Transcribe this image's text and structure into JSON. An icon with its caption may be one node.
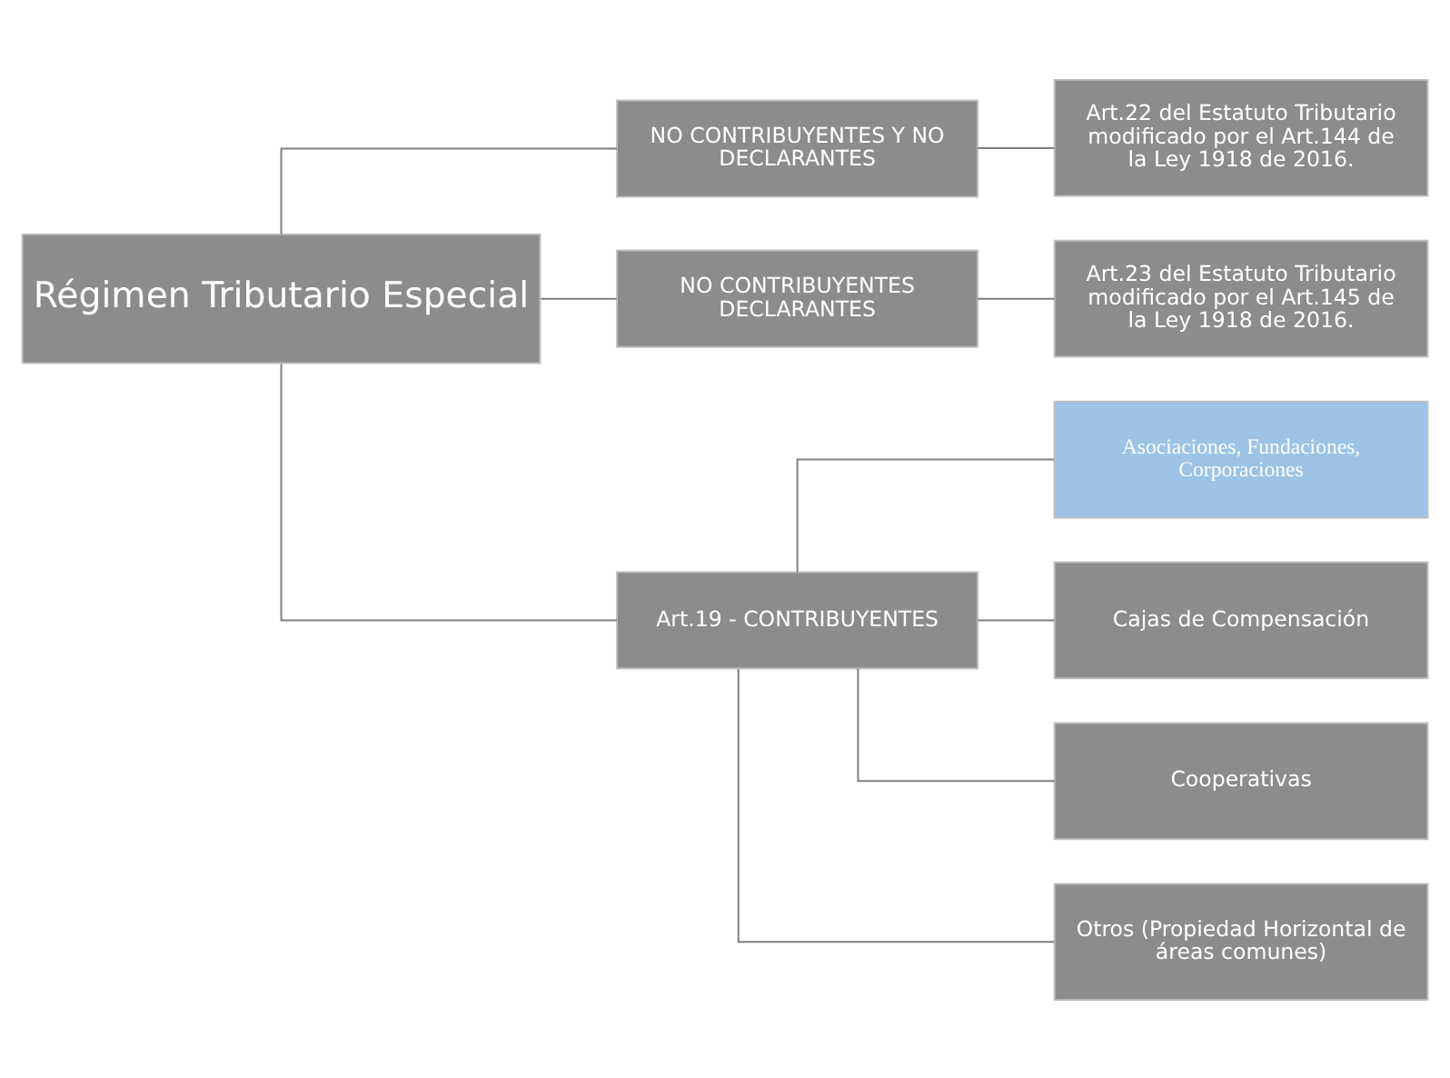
{
  "diagram": {
    "nodes": [
      {
        "text": [
          "Régimen Tributario Especial"
        ]
      },
      {
        "text": [
          "NO CONTRIBUYENTES Y NO DECLARANTES"
        ]
      },
      {
        "text": [
          "Art.22 del Estatuto Tributario modificado por el Art.144 de la Ley 1918 de 2016."
        ]
      },
      {
        "text": [
          "NO CONTRIBUYENTES DECLARANTES"
        ]
      },
      {
        "text": [
          "Art.23 del Estatuto Tributario modificado por el Art.145 de la Ley 1918 de 2016."
        ]
      },
      {
        "text": [
          "Art.19 - CONTRIBUYENTES"
        ]
      },
      {
        "text": [
          "Asociaciones, Fundaciones, Corporaciones"
        ]
      },
      {
        "text": [
          "Cajas de Compensación"
        ]
      },
      {
        "text": [
          "Cooperativas"
        ]
      },
      {
        "text": [
          "Otros (Propiedad Horizontal de áreas comunes)"
        ]
      }
    ],
    "edges": [
      {
        "from": 0,
        "to": 1,
        "arrow": "none"
      },
      {
        "from": 0,
        "to": 3,
        "arrow": "none"
      },
      {
        "from": 0,
        "to": 5,
        "arrow": "none"
      },
      {
        "from": 1,
        "to": 2,
        "arrow": "none"
      },
      {
        "from": 3,
        "to": 4,
        "arrow": "none"
      },
      {
        "from": 5,
        "to": 6,
        "arrow": "none"
      },
      {
        "from": 5,
        "to": 7,
        "arrow": "none"
      },
      {
        "from": 5,
        "to": 8,
        "arrow": "none"
      },
      {
        "from": 5,
        "to": 9,
        "arrow": "none"
      }
    ]
  }
}
